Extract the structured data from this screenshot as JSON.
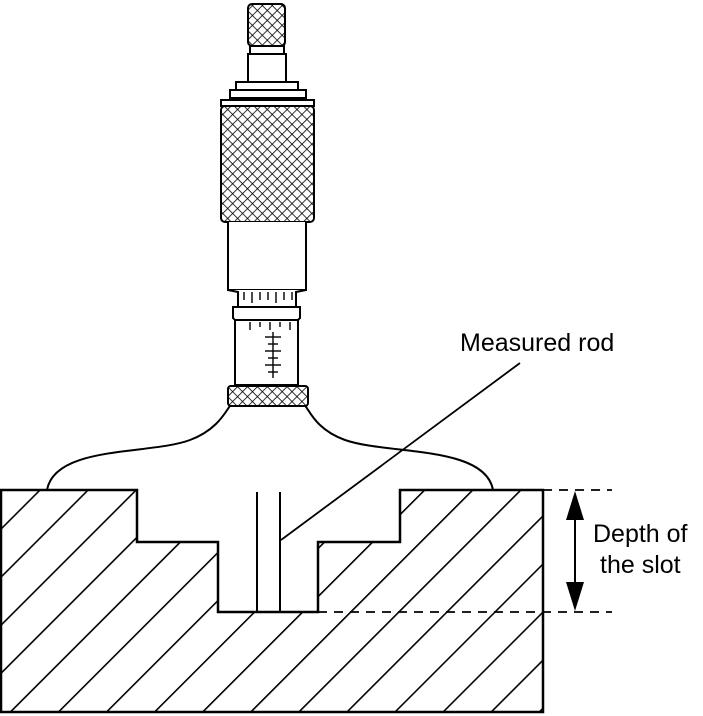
{
  "labels": {
    "measured_rod": "Measured rod",
    "depth_line1": "Depth of",
    "depth_line2": "the slot"
  },
  "colors": {
    "stroke": "#000000",
    "background": "#ffffff"
  },
  "icons": [
    "double-arrow-icon"
  ]
}
